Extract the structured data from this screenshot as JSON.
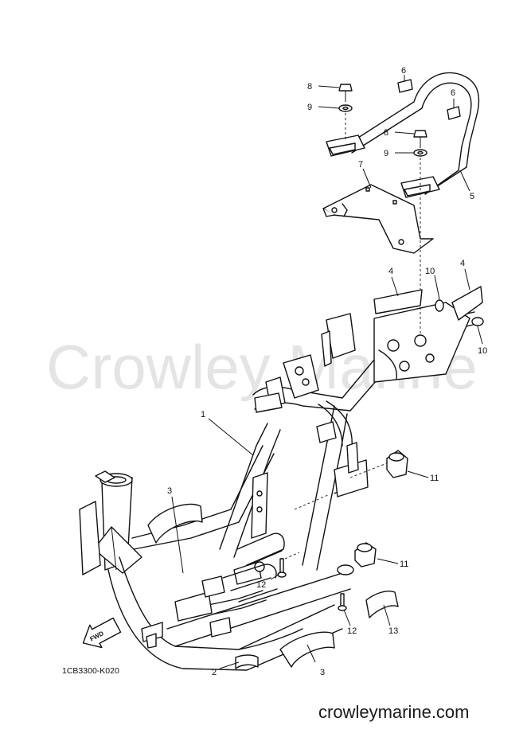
{
  "watermark": "Crowley Marine",
  "website": "crowleymarine.com",
  "diagram_code": "1CB3300-K020",
  "fwd_label": "FWD",
  "callouts": {
    "c1": "1",
    "c2": "2",
    "c3a": "3",
    "c3b": "3",
    "c4a": "4",
    "c4b": "4",
    "c5": "5",
    "c6a": "6",
    "c6b": "6",
    "c7": "7",
    "c8a": "8",
    "c8b": "8",
    "c9a": "9",
    "c9b": "9",
    "c10a": "10",
    "c10b": "10",
    "c11a": "11",
    "c11b": "11",
    "c12a": "12",
    "c12b": "12",
    "c13": "13"
  }
}
